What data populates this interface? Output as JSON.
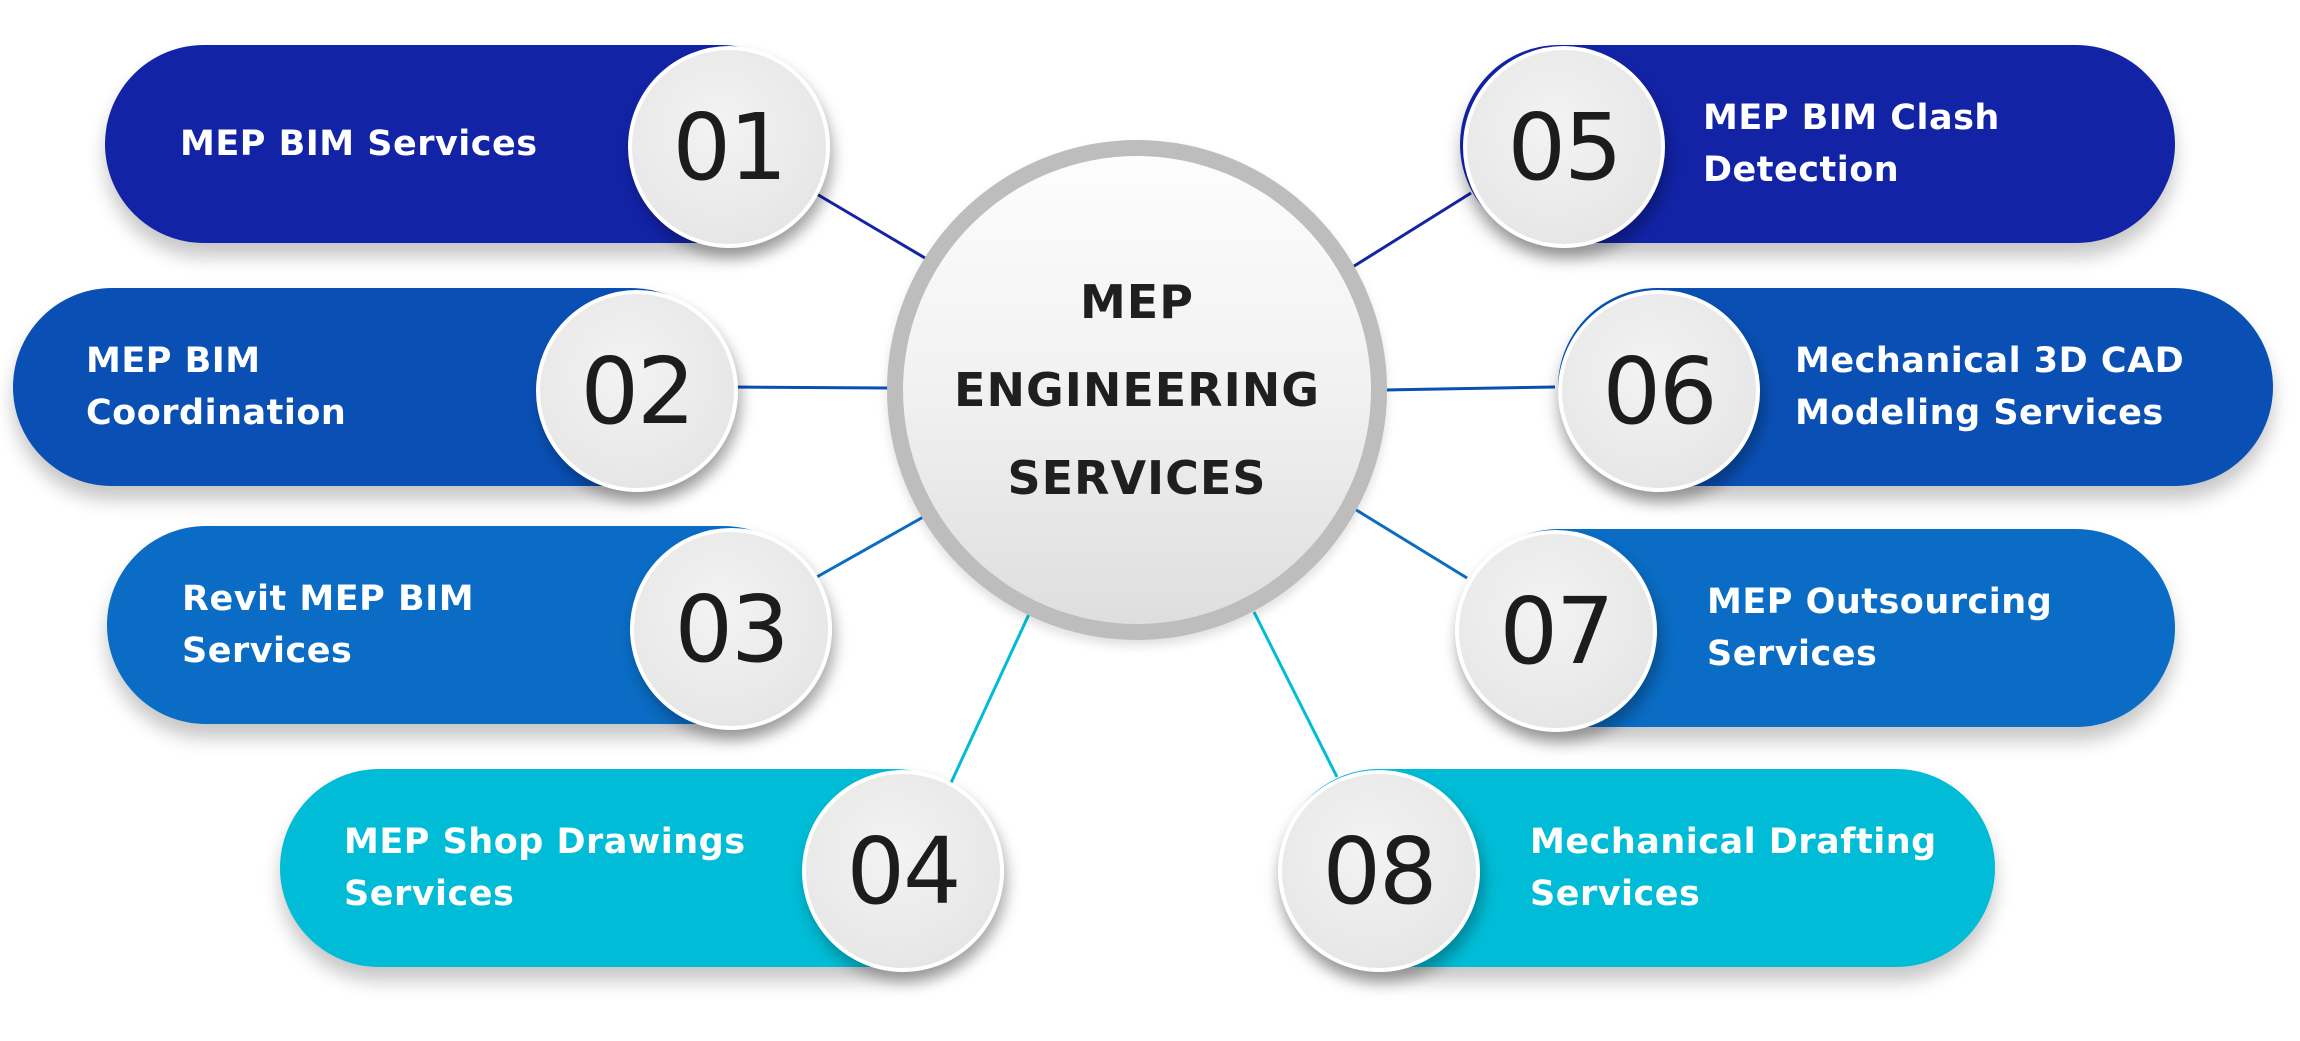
{
  "center": {
    "title_lines": [
      "MEP",
      "ENGINEERING",
      "SERVICES"
    ],
    "ring_color": "#bdbdbd"
  },
  "services": [
    {
      "number": "01",
      "lines": [
        "MEP BIM Services"
      ],
      "color": "#1223a6"
    },
    {
      "number": "02",
      "lines": [
        "MEP BIM Coordination"
      ],
      "color": "#0a50b4"
    },
    {
      "number": "03",
      "lines": [
        "Revit MEP BIM Services"
      ],
      "color": "#0a6cc4"
    },
    {
      "number": "04",
      "lines": [
        "MEP Shop Drawings",
        "Services"
      ],
      "color": "#00bcd6"
    },
    {
      "number": "05",
      "lines": [
        "MEP BIM Clash",
        "Detection"
      ],
      "color": "#1223a6"
    },
    {
      "number": "06",
      "lines": [
        "Mechanical 3D CAD",
        "Modeling Services"
      ],
      "color": "#0a50b4"
    },
    {
      "number": "07",
      "lines": [
        "MEP Outsourcing",
        "Services"
      ],
      "color": "#0a6cc4"
    },
    {
      "number": "08",
      "lines": [
        "Mechanical Drafting",
        "Services"
      ],
      "color": "#00bcd6"
    }
  ]
}
